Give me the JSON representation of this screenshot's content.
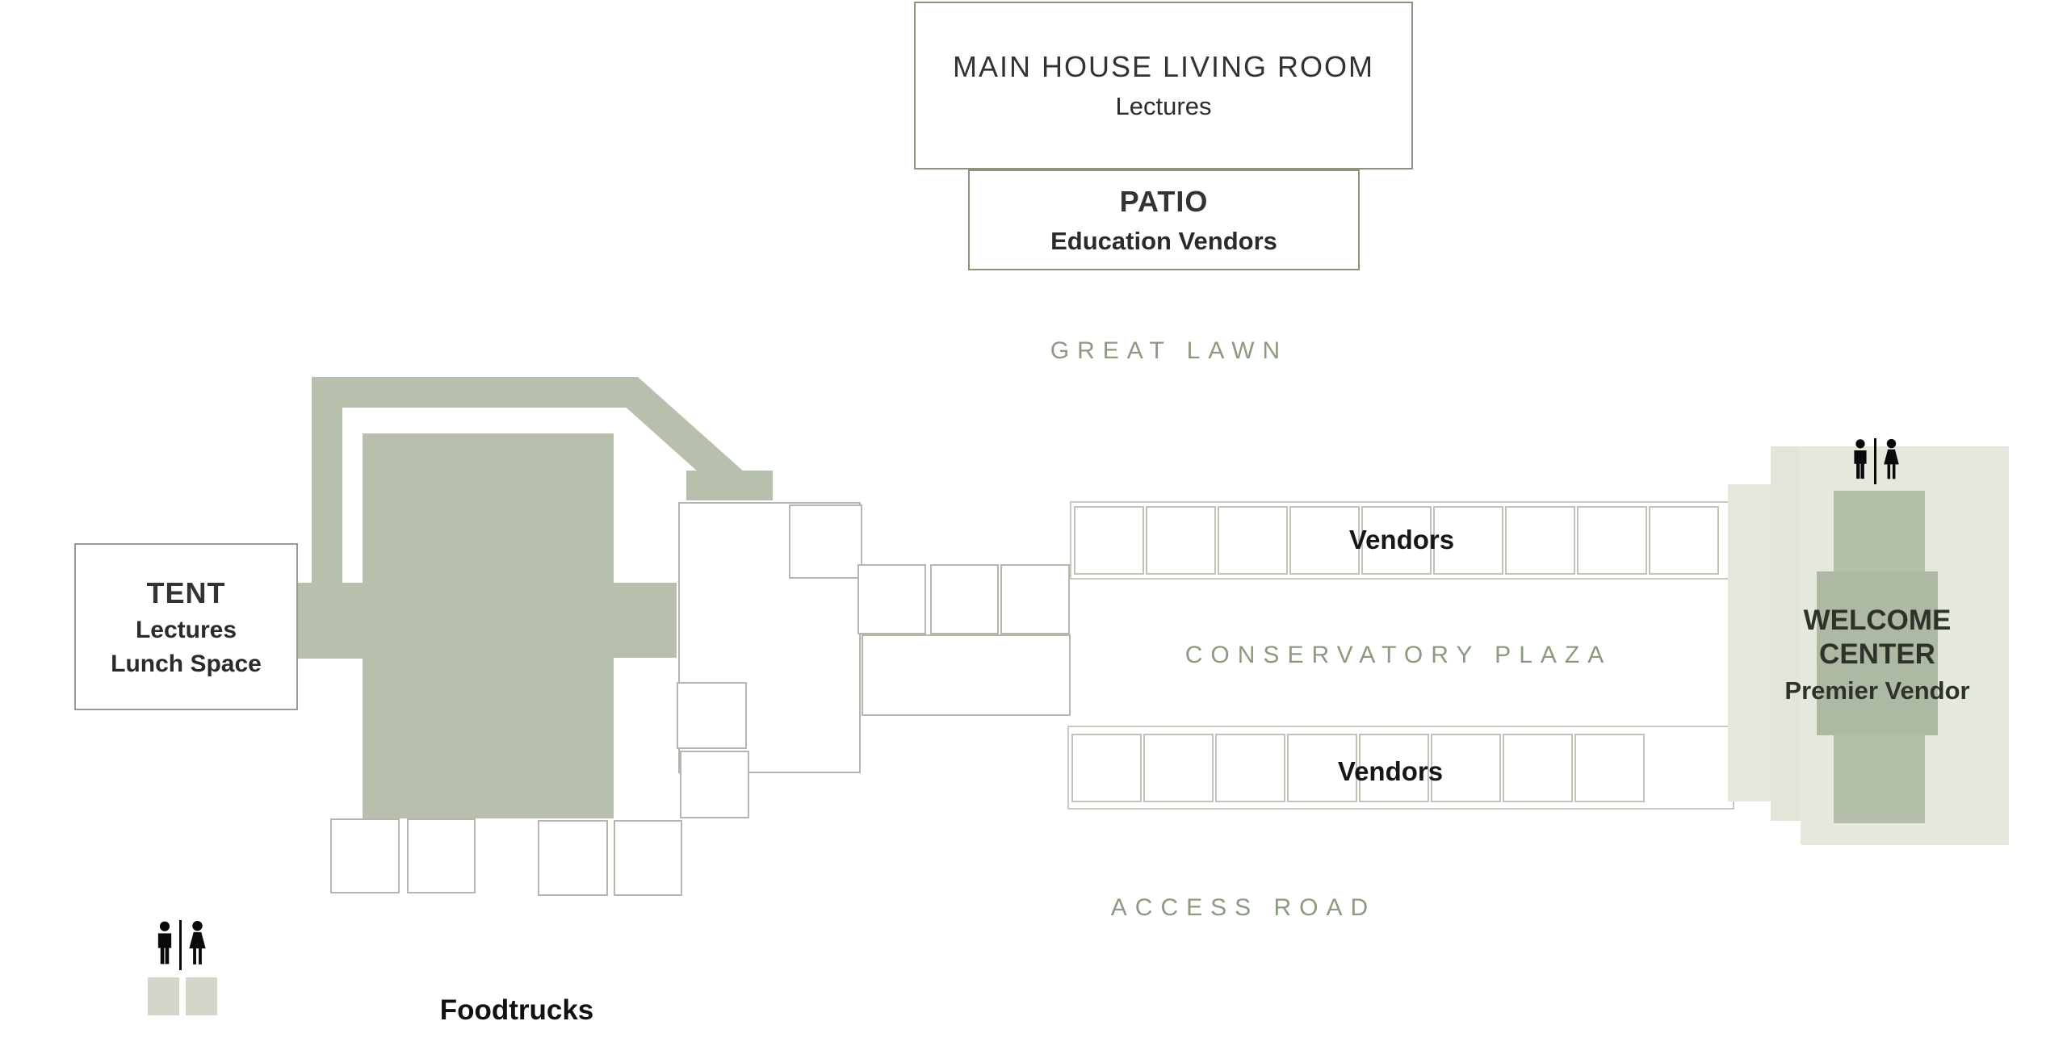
{
  "venue_map": {
    "main_house": {
      "title": "MAIN HOUSE LIVING ROOM",
      "subtitle": "Lectures"
    },
    "patio": {
      "title": "PATIO",
      "subtitle": "Education Vendors"
    },
    "tent": {
      "title": "TENT",
      "line2": "Lectures",
      "line3": "Lunch Space"
    },
    "great_lawn_label": "GREAT LAWN",
    "conservatory_plaza_label": "CONSERVATORY PLAZA",
    "access_road_label": "ACCESS ROAD",
    "vendors_top_label": "Vendors",
    "vendors_bottom_label": "Vendors",
    "welcome_center": {
      "line1": "WELCOME",
      "line2": "CENTER",
      "subtitle": "Premier Vendor"
    },
    "foodtrucks_label": "Foodtrucks"
  },
  "icons": {
    "restroom_welcome_center": "restroom-men-women-icon",
    "restroom_foodtrucks": "restroom-men-women-icon"
  },
  "colors": {
    "sage_fill": "#b6c0ac",
    "sage_label_text": "#8b9b7f",
    "welcome_panel_light": "#e1e6d9",
    "welcome_panel_lighter": "#e5e9dd",
    "welcome_bar": "#b4bfa9",
    "welcome_bar_mid": "#aeb9a3",
    "building_border": "#90907f",
    "thin_outline_border": "#b6b6ac",
    "stall_border": "#c2c2b8",
    "restroom_square": "#d3d6c9",
    "icon_black": "#0a0a0a",
    "background": "#ffffff"
  }
}
